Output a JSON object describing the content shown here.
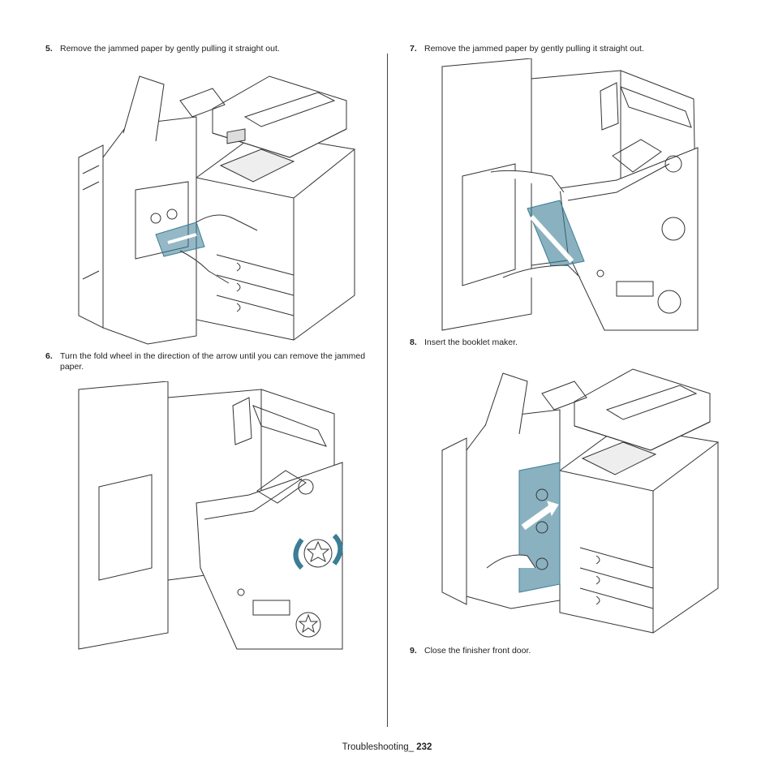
{
  "steps": [
    {
      "num": "5.",
      "text": "Remove the jammed paper by gently pulling it straight out."
    },
    {
      "num": "6.",
      "text": "Turn the fold wheel in the direction of the arrow until you can remove the jammed paper."
    },
    {
      "num": "7.",
      "text": "Remove the jammed paper by gently pulling it straight out."
    },
    {
      "num": "8.",
      "text": "Insert the booklet maker."
    },
    {
      "num": "9.",
      "text": "Close the finisher front door."
    }
  ],
  "footer": {
    "section": "Troubleshooting_",
    "page": "232"
  },
  "colors": {
    "accent": "#3c7d96",
    "line": "#333333"
  }
}
